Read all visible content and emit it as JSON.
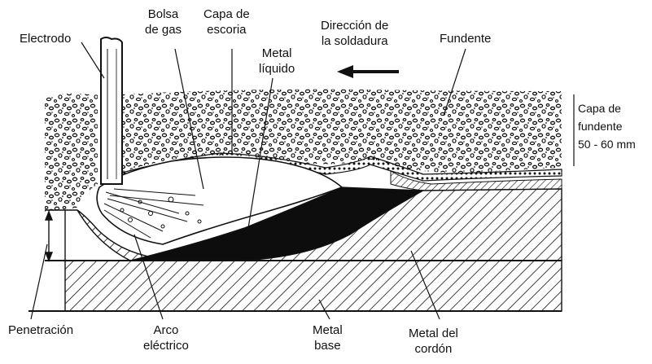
{
  "labels": {
    "electrodo": "Electrodo",
    "bolsa_l1": "Bolsa",
    "bolsa_l2": "de gas",
    "escoria_l1": "Capa de",
    "escoria_l2": "escoria",
    "direccion_l1": "Dirección de",
    "direccion_l2": "la soldadura",
    "fundente": "Fundente",
    "metal_liq_l1": "Metal",
    "metal_liq_l2": "líquido",
    "capa_fund_l1": "Capa de",
    "capa_fund_l2": "fundente",
    "capa_fund_l3": "50 - 60 mm",
    "penetracion": "Penetración",
    "arco_l1": "Arco",
    "arco_l2": "eléctrico",
    "metal_base_l1": "Metal",
    "metal_base_l2": "base",
    "cordon_l1": "Metal del",
    "cordon_l2": "cordón"
  },
  "colors": {
    "ink": "#111111",
    "background": "#ffffff",
    "molten_metal": "#0d0d0d"
  },
  "icons": {
    "direction": "arrow-left-icon"
  }
}
